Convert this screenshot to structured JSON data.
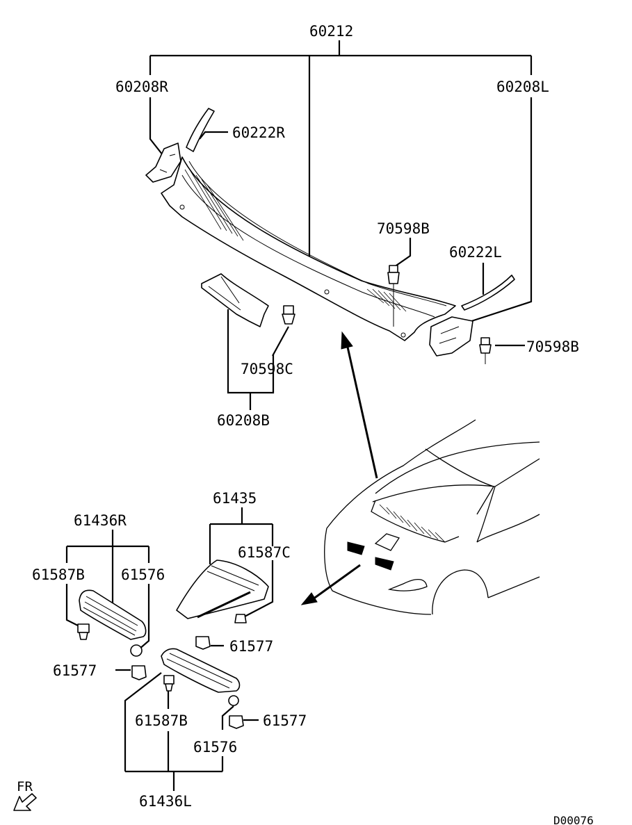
{
  "diagram_code": "D00076",
  "direction_label": "FR",
  "labels": {
    "p60212": "60212",
    "p60208R": "60208R",
    "p60208L": "60208L",
    "p60222R": "60222R",
    "p60222L": "60222L",
    "p70598B_top": "70598B",
    "p70598B_right": "70598B",
    "p70598C": "70598C",
    "p60208B": "60208B",
    "p61435": "61435",
    "p61587C": "61587C",
    "p61436R": "61436R",
    "p61587B_left": "61587B",
    "p61576_left": "61576",
    "p61577_mid": "61577",
    "p61577_left": "61577",
    "p61587B_bottom": "61587B",
    "p61577_right": "61577",
    "p61576_bottom": "61576",
    "p61436L": "61436L"
  }
}
